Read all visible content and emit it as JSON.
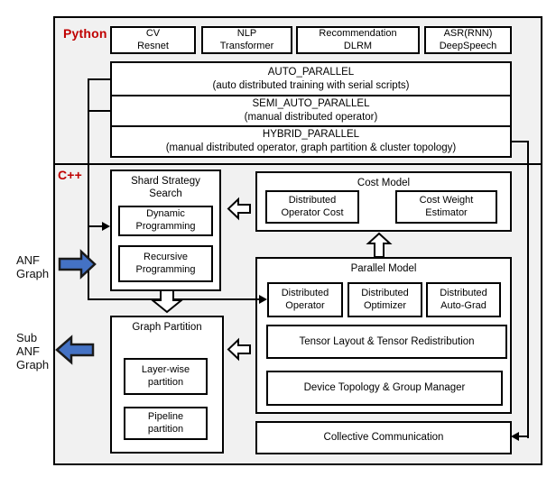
{
  "frame": {
    "python_label": "Python",
    "cpp_label": "C++"
  },
  "apps": [
    "CV\nResnet",
    "NLP\nTransformer",
    "Recommendation\nDLRM",
    "ASR(RNN)\nDeepSpeech"
  ],
  "parallel_modes": [
    "AUTO_PARALLEL\n(auto distributed training with serial scripts)",
    "SEMI_AUTO_PARALLEL\n(manual distributed operator)",
    "HYBRID_PARALLEL\n(manual distributed operator, graph partition & cluster topology)"
  ],
  "shard_strategy": {
    "title": "Shard Strategy\nSearch",
    "dynamic": "Dynamic\nProgramming",
    "recursive": "Recursive\nProgramming"
  },
  "cost_model": {
    "title": "Cost Model",
    "operator_cost": "Distributed\nOperator Cost",
    "weight_estimator": "Cost Weight\nEstimator"
  },
  "parallel_model": {
    "title": "Parallel Model",
    "operator": "Distributed\nOperator",
    "optimizer": "Distributed\nOptimizer",
    "autograd": "Distributed\nAuto-Grad",
    "tensor_layout": "Tensor Layout & Tensor Redistribution",
    "device_topology": "Device Topology & Group Manager"
  },
  "graph_partition": {
    "title": "Graph Partition",
    "layer_wise": "Layer-wise\npartition",
    "pipeline": "Pipeline\npartition"
  },
  "collective_communication": "Collective Communication",
  "io_labels": {
    "input": "ANF\nGraph",
    "output": "Sub\nANF\nGraph"
  },
  "colors": {
    "section_label_red": "#c00000",
    "io_arrow_blue": "#4472c4"
  }
}
